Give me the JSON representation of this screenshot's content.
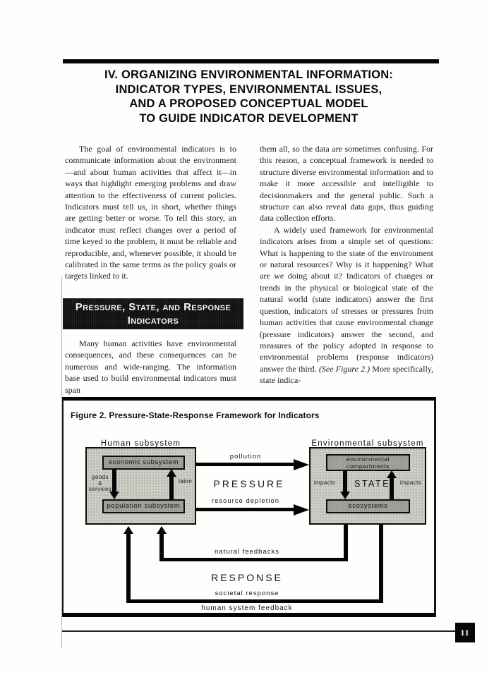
{
  "title": {
    "lines": [
      "IV. ORGANIZING ENVIRONMENTAL INFORMATION:",
      "INDICATOR TYPES, ENVIRONMENTAL ISSUES,",
      "AND A PROPOSED CONCEPTUAL MODEL",
      "TO GUIDE INDICATOR DEVELOPMENT"
    ]
  },
  "left_column": {
    "paragraph1": "The goal of environmental indicators is to communicate information about the environment—and about human activities that affect it—in ways that highlight emerging problems and draw attention to the effectiveness of current policies. Indicators must tell us, in short, whether things are getting better or worse. To tell this story, an indicator must reflect changes over a period of time keyed to the problem, it must be reliable and reproducible, and, whenever possible, it should be calibrated in the same terms as the policy goals or targets linked to it.",
    "section_header_line1": "Pressure, State, and Response",
    "section_header_line2": "Indicators",
    "paragraph2": "Many human activities have environmental consequences, and these consequences can be numerous and wide-ranging. The information base used to build environmental indicators must span"
  },
  "right_column": {
    "paragraph1": "them all, so the data are sometimes confusing. For this reason, a conceptual framework is needed to structure diverse environmental information and to make it more accessible and intelligible to decisionmakers and the general public. Such a structure can also reveal data gaps, thus guiding data collection efforts.",
    "paragraph2_part1": "A widely used framework for environmental indicators arises from a simple set of questions: What is happening to the state of the environment or natural resources? Why is it happening? What are we doing about it? Indicators of changes or trends in the physical or biological state of the natural world (state indicators) answer the first question, indicators of stresses or pressures from human activities that cause environmental change (pressure indicators) answer the second, and measures of the policy adopted in response to environmental problems (response indicators) answer the third. ",
    "paragraph2_italic": "(See Figure 2.)",
    "paragraph2_part2": " More specifically, state indica-"
  },
  "figure": {
    "title": "Figure 2. Pressure-State-Response Framework for Indicators",
    "human": {
      "label": "Human subsystem",
      "top_box": "economic subsystem",
      "bottom_box": "population subsystem",
      "left_arrow_label": "goods\n&\nservices",
      "right_arrow_label": "labor"
    },
    "environment": {
      "label": "Environmental subsystem",
      "top_box": "environmental\ncompartments",
      "bottom_box": "ecosystems",
      "left_arrow_label": "impacts",
      "state_label": "STATE",
      "right_arrow_label": "impacts"
    },
    "flows": {
      "pollution": "pollution",
      "pressure": "PRESSURE",
      "resource_depletion": "resource depletion",
      "natural_feedbacks": "natural feedbacks",
      "response": "RESPONSE",
      "societal_response": "societal response",
      "human_system_feedback": "human system feedback"
    }
  },
  "footer": {
    "page_number": "11"
  },
  "colors": {
    "ink": "#050505",
    "paper": "#fefefc",
    "box_fill_light": "#cdccc5",
    "box_fill_dark": "#a7a69d"
  }
}
